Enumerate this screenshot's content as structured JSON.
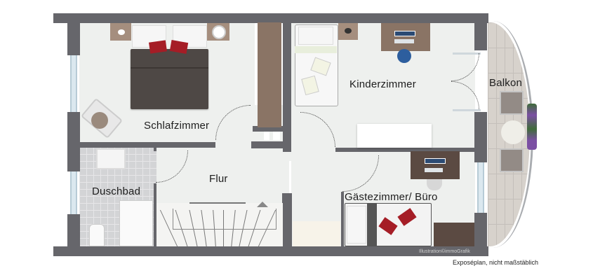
{
  "plan": {
    "rooms": [
      {
        "id": "schlafzimmer",
        "label": "Schlafzimmer"
      },
      {
        "id": "kinderzimmer",
        "label": "Kinderzimmer"
      },
      {
        "id": "balkon",
        "label": "Balkon"
      },
      {
        "id": "flur",
        "label": "Flur"
      },
      {
        "id": "duschbad",
        "label": "Duschbad"
      },
      {
        "id": "gaestezimmer",
        "label": "Gästezimmer/ Büro"
      }
    ],
    "credit": "Illustration©immoGrafik",
    "footnote": "Exposéplan, nicht maßstäblich"
  },
  "colors": {
    "wall": "#66666b",
    "floor": "#eef0ee",
    "accent_red": "#a51d26",
    "wood": "#8a7465"
  }
}
